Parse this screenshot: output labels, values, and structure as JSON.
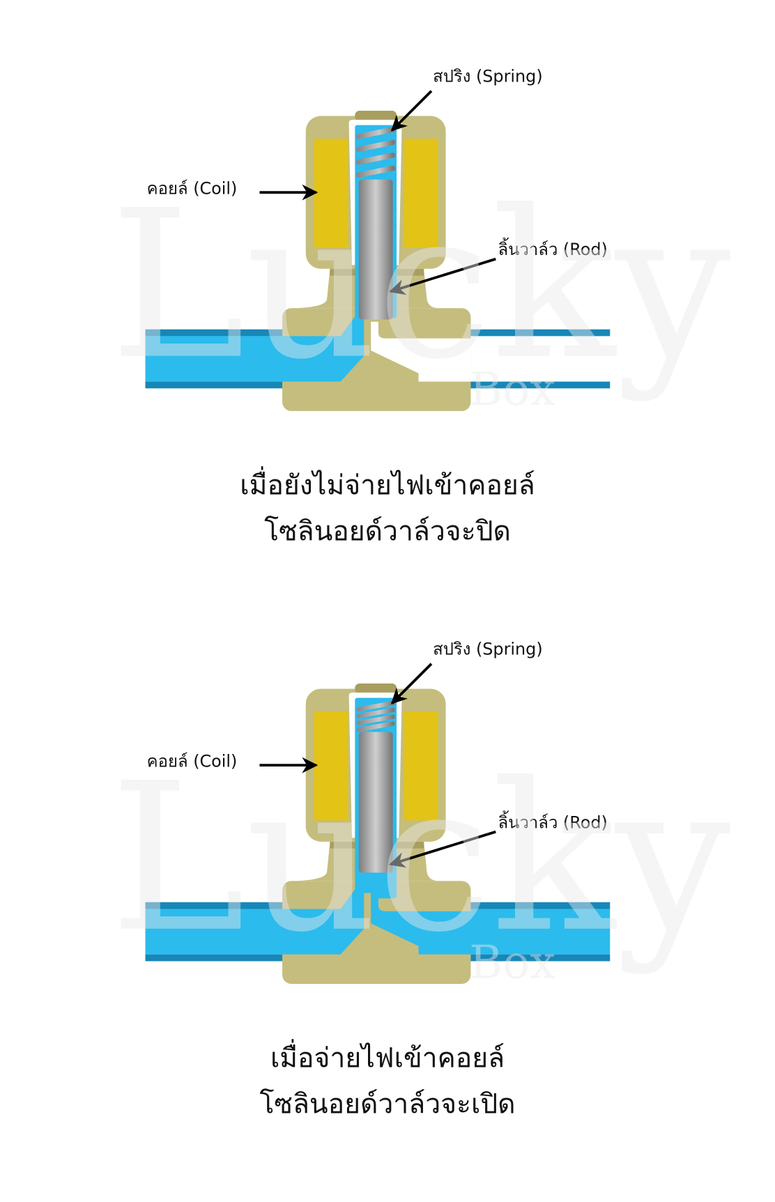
{
  "diagrams": [
    {
      "state": "closed",
      "labels": {
        "spring": "สปริง (Spring)",
        "coil": "คอยล์ (Coil)",
        "rod": "ลิ้นวาล์ว (Rod)"
      },
      "caption": [
        "เมื่อยังไม่จ่ายไฟเข้าคอยล์",
        "โซลินอยด์วาล์วจะปิด"
      ]
    },
    {
      "state": "open",
      "labels": {
        "spring": "สปริง (Spring)",
        "coil": "คอยล์ (Coil)",
        "rod": "ลิ้นวาล์ว (Rod)"
      },
      "caption": [
        "เมื่อจ่ายไฟเข้าคอยล์",
        "โซลินอยด์วาล์วจะเปิด"
      ]
    }
  ],
  "watermark": {
    "main": "Lucky",
    "sub": "Box"
  },
  "colors": {
    "body": "#c5bd7e",
    "body_dark": "#a89e5e",
    "coil": "#e3c316",
    "water": "#2bbbec",
    "pipe": "#1787b8"
  }
}
